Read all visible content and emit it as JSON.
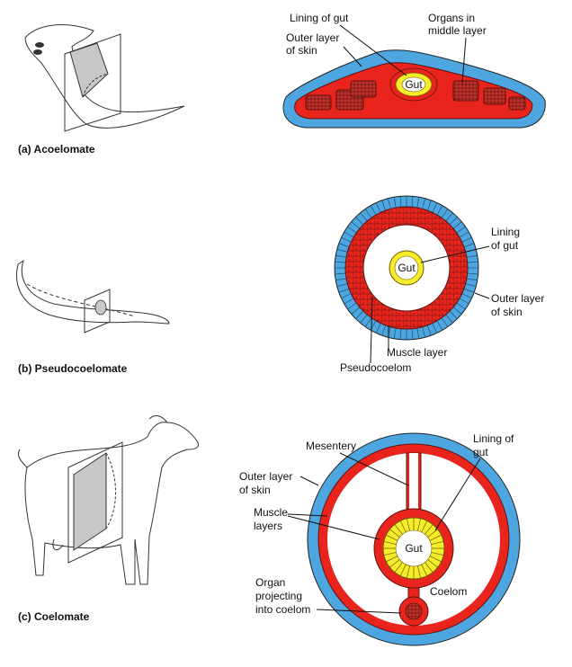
{
  "colors": {
    "skin": "#4da6e0",
    "muscle": "#e8241c",
    "gut_lining": "#f5ec2a",
    "cavity": "#ffffff",
    "organ_fill": "#c8312a",
    "sketch_shade": "#c8c8c8"
  },
  "panels": {
    "acoelomate": {
      "caption": "(a) Acoelomate",
      "labels": {
        "lining_of_gut": "Lining of gut",
        "organs_line1": "Organs in",
        "organs_line2": "middle layer",
        "outer_line1": "Outer layer",
        "outer_line2": "of skin",
        "gut": "Gut"
      }
    },
    "pseudocoelomate": {
      "caption": "(b) Pseudocoelomate",
      "labels": {
        "lining_line1": "Lining",
        "lining_line2": "of gut",
        "outer_line1": "Outer layer",
        "outer_line2": "of skin",
        "muscle_layer": "Muscle layer",
        "pseudocoelom": "Pseudocoelom",
        "gut": "Gut"
      }
    },
    "coelomate": {
      "caption": "(c) Coelomate",
      "labels": {
        "mesentery": "Mesentery",
        "lining_line1": "Lining of",
        "lining_line2": "gut",
        "outer_line1": "Outer layer",
        "outer_line2": "of skin",
        "muscle_line1": "Muscle",
        "muscle_line2": "layers",
        "organ_line1": "Organ",
        "organ_line2": "projecting",
        "organ_line3": "into coelom",
        "coelom": "Coelom",
        "gut": "Gut"
      }
    }
  }
}
